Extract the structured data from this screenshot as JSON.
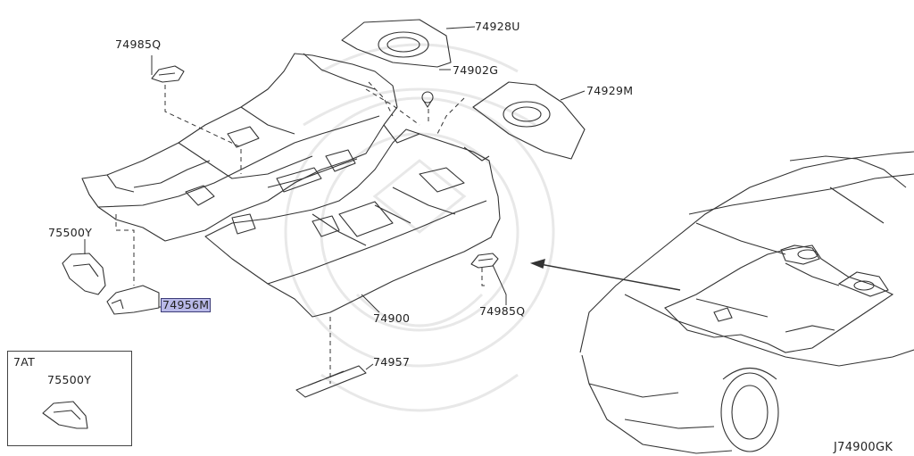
{
  "diagram": {
    "parts": [
      {
        "key": "p74985q_top",
        "number": "74985Q"
      },
      {
        "key": "p74928u",
        "number": "74928U"
      },
      {
        "key": "p74902g",
        "number": "74902G"
      },
      {
        "key": "p74929m",
        "number": "74929M"
      },
      {
        "key": "p75500y",
        "number": "75500Y"
      },
      {
        "key": "p74956m",
        "number": "74956M",
        "highlighted": true
      },
      {
        "key": "p74900",
        "number": "74900"
      },
      {
        "key": "p74985q_right",
        "number": "74985Q"
      },
      {
        "key": "p74957",
        "number": "74957"
      }
    ],
    "inset": {
      "label": "7AT",
      "part_number": "75500Y"
    },
    "diagram_code": "J74900GK",
    "colors": {
      "line": "#333333",
      "highlight_fill": "#b9b9e8",
      "highlight_border": "#3c3c78",
      "watermark": "#e6e6e6"
    }
  }
}
